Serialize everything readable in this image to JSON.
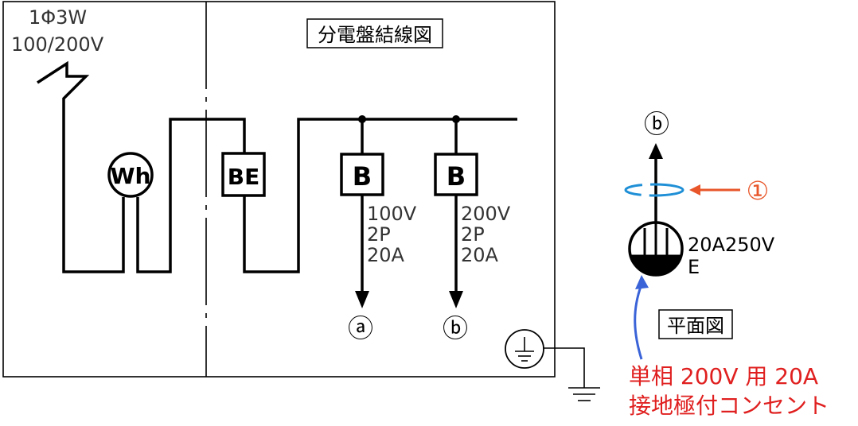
{
  "supply": {
    "line1": "1Φ3W",
    "line2": "100/200V"
  },
  "panel_title": "分電盤結線図",
  "meter_label": "Wh",
  "main_breaker_label": "BE",
  "branch_a": {
    "breaker": "B",
    "voltage": "100V",
    "poles": "2P",
    "current": "20A",
    "circuit": "ⓐ"
  },
  "branch_b": {
    "breaker": "B",
    "voltage": "200V",
    "poles": "2P",
    "current": "20A",
    "circuit": "ⓑ"
  },
  "plan": {
    "circuit": "ⓑ",
    "marker": "①",
    "outlet_rating": "20A250V",
    "outlet_type": "E",
    "title": "平面図",
    "note_line1": "単相 200V 用 20A",
    "note_line2": "接地極付コンセント"
  },
  "colors": {
    "marker": "#e8562a",
    "loop": "#1f8fd6",
    "pointer": "#3a63d8",
    "note": "#e02020"
  }
}
